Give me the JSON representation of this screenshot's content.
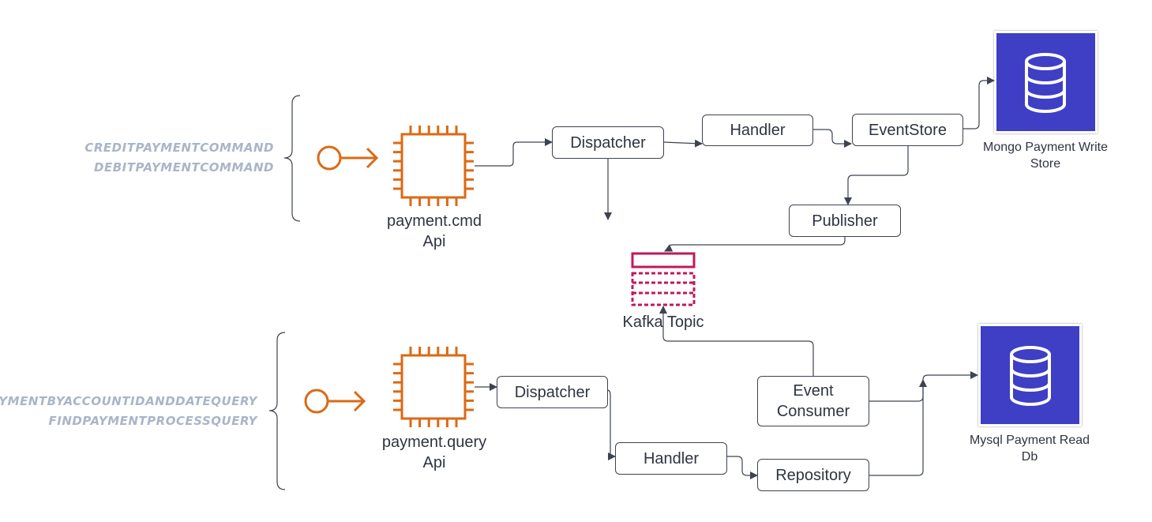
{
  "colors": {
    "accent_orange": "#db6a16",
    "kafka_pink": "#c2185b",
    "db_blue": "#3e3fc5",
    "wire": "#3d4350",
    "command_text": "#a9b5c8"
  },
  "command_side": {
    "commands": [
      "CREDITPAYMENTCOMMAND",
      "DEBITPAYMENTCOMMAND"
    ],
    "api_label": "payment.cmd\nApi",
    "dispatcher": "Dispatcher",
    "handler": "Handler",
    "event_store": "EventStore",
    "publisher": "Publisher",
    "write_store": "Mongo Payment Write\nStore"
  },
  "kafka": {
    "label": "Kafka Topic"
  },
  "query_side": {
    "queries": [
      "FINDPAYMENTBYACCOUNTIDANDDATEQUERY",
      "FINDPAYMENTPROCESSQUERY"
    ],
    "api_label": "payment.query\nApi",
    "dispatcher": "Dispatcher",
    "handler": "Handler",
    "event_consumer": "Event\nConsumer",
    "repository": "Repository",
    "read_db": "Mysql Payment Read\nDb"
  },
  "icons": {
    "api": "compute-chip-icon",
    "endpoint": "endpoint-arrow-icon",
    "database": "database-cylinder-icon",
    "topic": "kafka-topic-icon"
  }
}
